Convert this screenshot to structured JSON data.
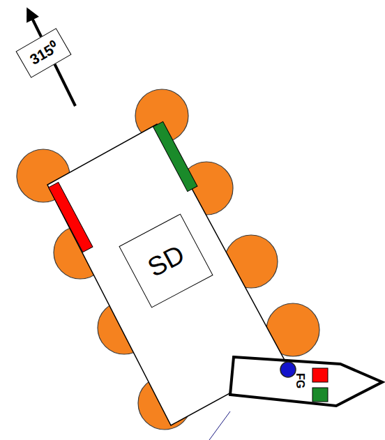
{
  "diagram": {
    "nodes": [
      {
        "text": [
          "315⁰"
        ]
      },
      {
        "text": [
          "SD"
        ]
      },
      {
        "text": [
          "FG"
        ]
      }
    ]
  }
}
